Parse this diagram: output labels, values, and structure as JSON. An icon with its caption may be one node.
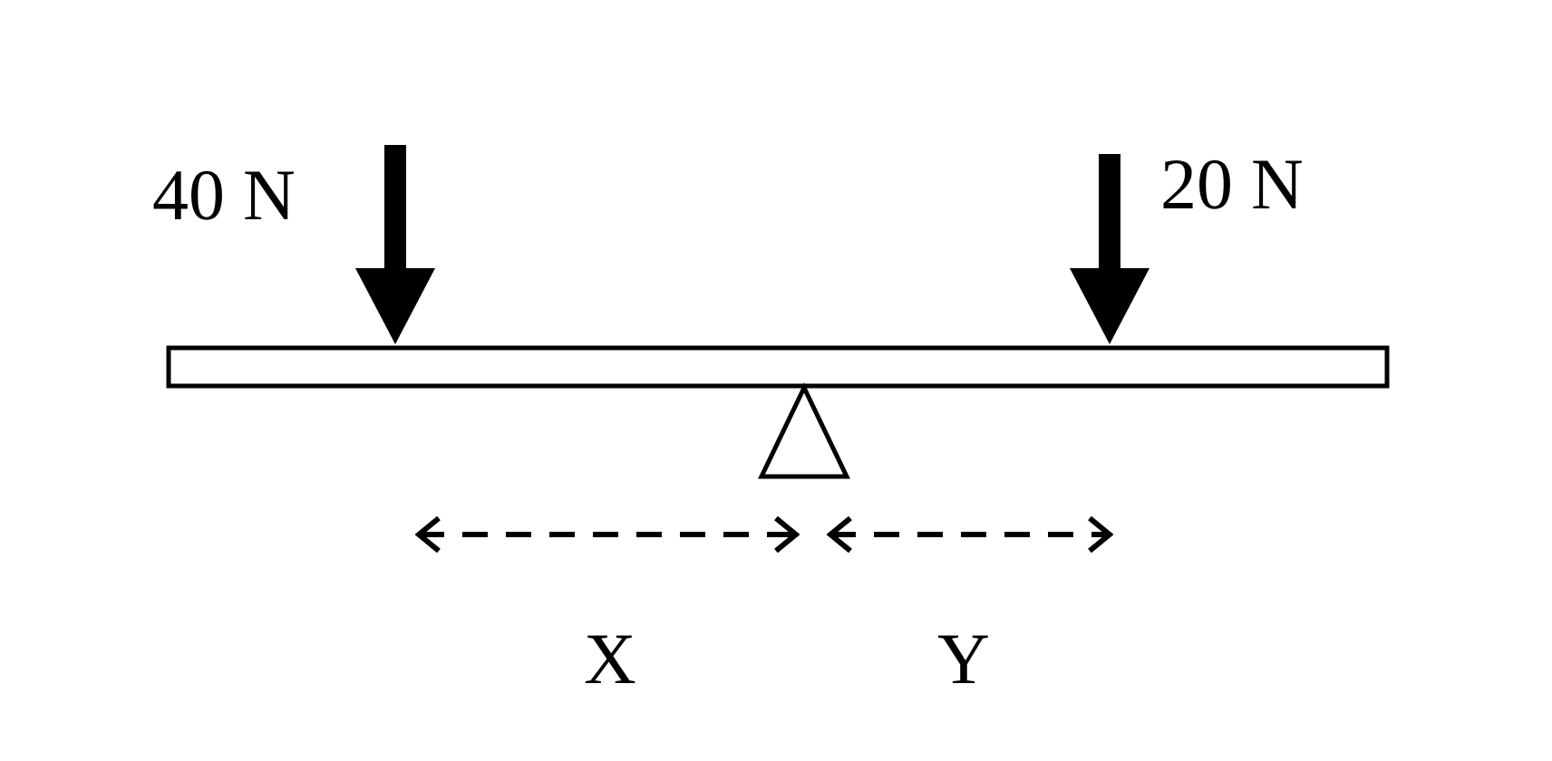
{
  "diagram": {
    "nodes": [
      {
        "text": [],
        "shape": "bar"
      },
      {
        "text": [],
        "shape": "triangle"
      }
    ],
    "labels": [
      "40 N",
      "20 N",
      "X",
      "Y"
    ]
  }
}
